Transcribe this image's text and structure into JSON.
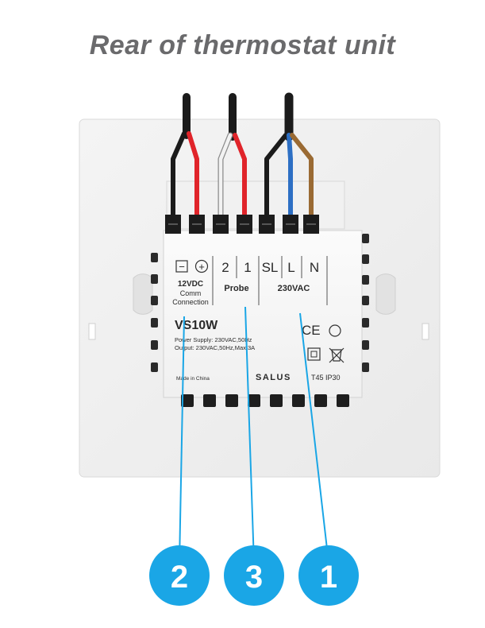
{
  "title": "Rear of thermostat unit",
  "terminals": {
    "minus": "−",
    "plus": "+",
    "t2": "2",
    "t1": "1",
    "sl": "SL",
    "l": "L",
    "n": "N"
  },
  "labels": {
    "vdc": "12VDC",
    "comm": "Comm",
    "connection": "Connection",
    "probe": "Probe",
    "ac": "230VAC",
    "model": "VS10W",
    "power_supply": "Power Supply: 230VAC,50Hz",
    "output": "Output: 230VAC,50Hz,Max.3A",
    "made_in": "Made in China",
    "brand": "SALUS",
    "rating": "T45 IP30",
    "ce": "CE"
  },
  "callouts": {
    "left": "2",
    "middle": "3",
    "right": "1"
  },
  "colors": {
    "callout_blue": "#1aa6e6",
    "wire_black": "#1b1b1b",
    "wire_red": "#e0242a",
    "wire_white": "#f2f2f2",
    "wire_blue": "#2d6fc4",
    "wire_brown": "#9a6a33",
    "title_gray": "#6a6a6c"
  }
}
